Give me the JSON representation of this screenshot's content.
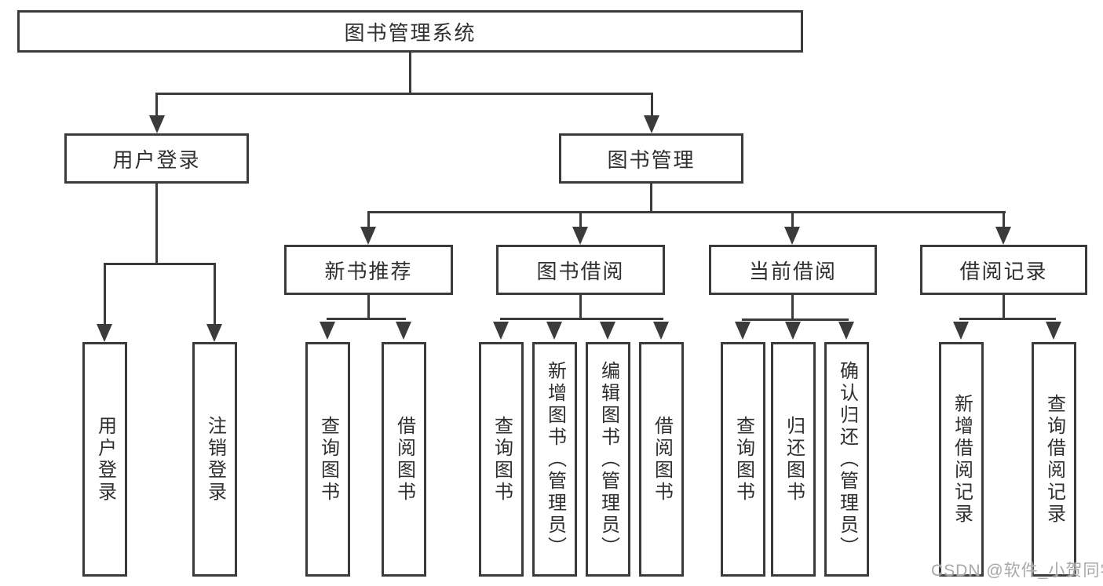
{
  "diagram": {
    "root": "图书管理系统",
    "level2": [
      "用户登录",
      "图书管理"
    ],
    "level3": [
      "新书推荐",
      "图书借阅",
      "当前借阅",
      "借阅记录"
    ],
    "leaf_groups": {
      "user_login": [
        "用户登录",
        "注销登录"
      ],
      "new_book_rec": [
        "查询图书",
        "借阅图书"
      ],
      "book_borrow": [
        "查询图书",
        "新增图书（管理员）",
        "编辑图书（管理员）",
        "借阅图书"
      ],
      "current_borrow": [
        "查询图书",
        "归还图书",
        "确认归还（管理员）"
      ],
      "borrow_records": [
        "新增借阅记录",
        "查询借阅记录"
      ]
    },
    "colors": {
      "line": "#3b3b3b",
      "box_border": "#3b3b3b",
      "box_fill": "#ffffff",
      "text": "#2f2f2f",
      "watermark": "#a8a8a8",
      "background": "#ffffff"
    },
    "watermark": "CSDN @软件_小贺同学"
  }
}
